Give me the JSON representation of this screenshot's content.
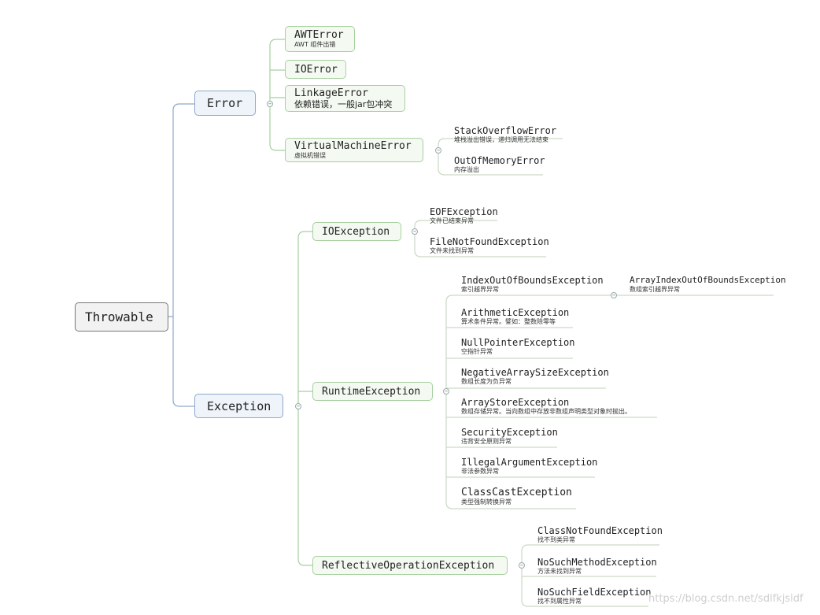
{
  "root": {
    "label": "Throwable"
  },
  "error": {
    "label": "Error",
    "children": {
      "awt": {
        "label": "AWTError",
        "note": "AWT 组件出错"
      },
      "io": {
        "label": "IOError"
      },
      "linkage": {
        "label": "LinkageError",
        "note": "依赖错误，一般jar包冲突"
      },
      "vm": {
        "label": "VirtualMachineError",
        "note": "虚拟机错误"
      },
      "stackoverflow": {
        "label": "StackOverflowError",
        "note": "堆栈溢出错误，递归调用无法结束"
      },
      "oom": {
        "label": "OutOfMemoryError",
        "note": "内存溢出"
      }
    }
  },
  "exception": {
    "label": "Exception",
    "io": {
      "label": "IOException",
      "eof": {
        "label": "EOFException",
        "note": "文件已结束异常"
      },
      "fnf": {
        "label": "FileNotFoundException",
        "note": "文件未找到异常"
      }
    },
    "runtime": {
      "label": "RuntimeException",
      "ioob": {
        "label": "IndexOutOfBoundsException",
        "note": "索引越界异常"
      },
      "aioob": {
        "label": "ArrayIndexOutOfBoundsException",
        "note": "数组索引越界异常"
      },
      "arith": {
        "label": "ArithmeticException",
        "note": "算术条件异常。譬如：整数除零等"
      },
      "npe": {
        "label": "NullPointerException",
        "note": "空指针异常"
      },
      "nas": {
        "label": "NegativeArraySizeException",
        "note": "数组长度为负异常"
      },
      "ase": {
        "label": "ArrayStoreException",
        "note": "数组存储异常。当向数组中存放非数组声明类型对象时抛出。"
      },
      "sec": {
        "label": "SecurityException",
        "note": "违背安全原则异常"
      },
      "iae": {
        "label": "IllegalArgumentException",
        "note": "非法参数异常"
      },
      "cce": {
        "label": "ClassCastException",
        "note": "类型强制转换异常"
      }
    },
    "reflective": {
      "label": "ReflectiveOperationException",
      "cnf": {
        "label": "ClassNotFoundException",
        "note": "找不到类异常"
      },
      "nsm": {
        "label": "NoSuchMethodException",
        "note": "方法未找到异常"
      },
      "nsf": {
        "label": "NoSuchFieldException",
        "note": "找不到属性异常"
      }
    }
  },
  "watermark": "https://blog.csdn.net/sdlfkjsldf",
  "colors": {
    "line_error": "#8ea9c8",
    "line_exception": "#a7cfa0",
    "root_border": "#777777"
  }
}
